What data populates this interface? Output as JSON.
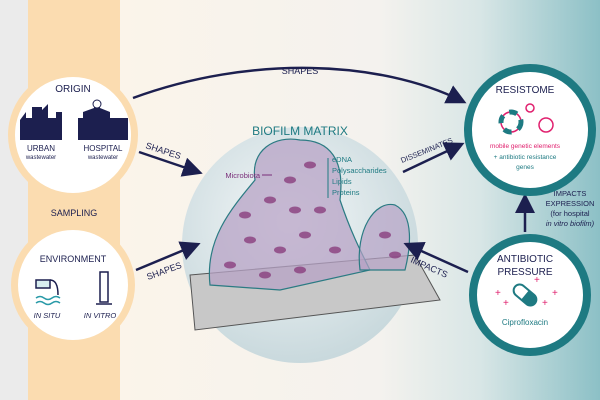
{
  "origin": {
    "title": "ORIGIN",
    "urban": "URBAN",
    "urban_sub": "wastewater",
    "hospital": "HOSPITAL",
    "hospital_sub": "wastewater"
  },
  "sampling": "SAMPLING",
  "environment": {
    "title": "ENVIRONMENT",
    "in_situ": "IN SITU",
    "in_vitro": "IN VITRO"
  },
  "biofilm": {
    "title": "BIOFILM MATRIX",
    "microbiota": "Microbiota",
    "components": [
      "eDNA",
      "Polysaccharides",
      "Lipids",
      "Proteins"
    ]
  },
  "resistome": {
    "title": "RESISTOME",
    "mge": "mobile genetic elements",
    "arg_line1": "+ antibiotic resistance",
    "arg_line2": "genes"
  },
  "antibiotic": {
    "title_line1": "ANTIBIOTIC",
    "title_line2": "PRESSURE",
    "drug": "Ciprofloxacin"
  },
  "arrows": {
    "shapes_top": "SHAPES",
    "shapes_origin": "SHAPES",
    "shapes_env": "SHAPES",
    "disseminates": "DISSEMINATES",
    "impacts": "IMPACTS",
    "impacts_expr": [
      "IMPACTS",
      "EXPRESSION",
      "(for hospital",
      "in vitro biofilm)"
    ]
  },
  "colors": {
    "navy": "#1c1f4f",
    "teal": "#1e7a82",
    "pink": "#e0206e",
    "orange": "#fbdcb0"
  }
}
